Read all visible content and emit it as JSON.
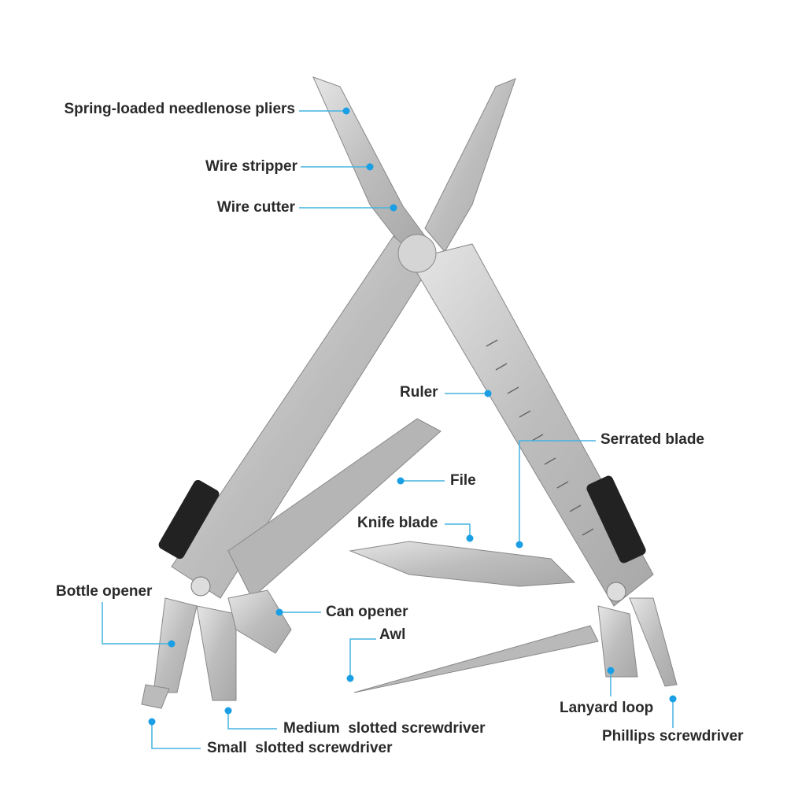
{
  "title": "Multitool features",
  "colors": {
    "leader": "#45b3e0",
    "dot": "#1a9fe4",
    "text": "#2a2a2a",
    "steel": "#c9c9c9",
    "grip": "#222222"
  },
  "labels": {
    "pliers": "Spring-loaded needlenose pliers",
    "wire_stripper": "Wire stripper",
    "wire_cutter": "Wire cutter",
    "ruler": "Ruler",
    "serrated_blade": "Serrated blade",
    "file": "File",
    "knife_blade": "Knife blade",
    "bottle_opener": "Bottle opener",
    "can_opener": "Can opener",
    "awl": "Awl",
    "lanyard_loop": "Lanyard loop",
    "phillips": "Phillips screwdriver",
    "medium_slotted": "Medium  slotted screwdriver",
    "small_slotted": "Small  slotted screwdriver"
  }
}
